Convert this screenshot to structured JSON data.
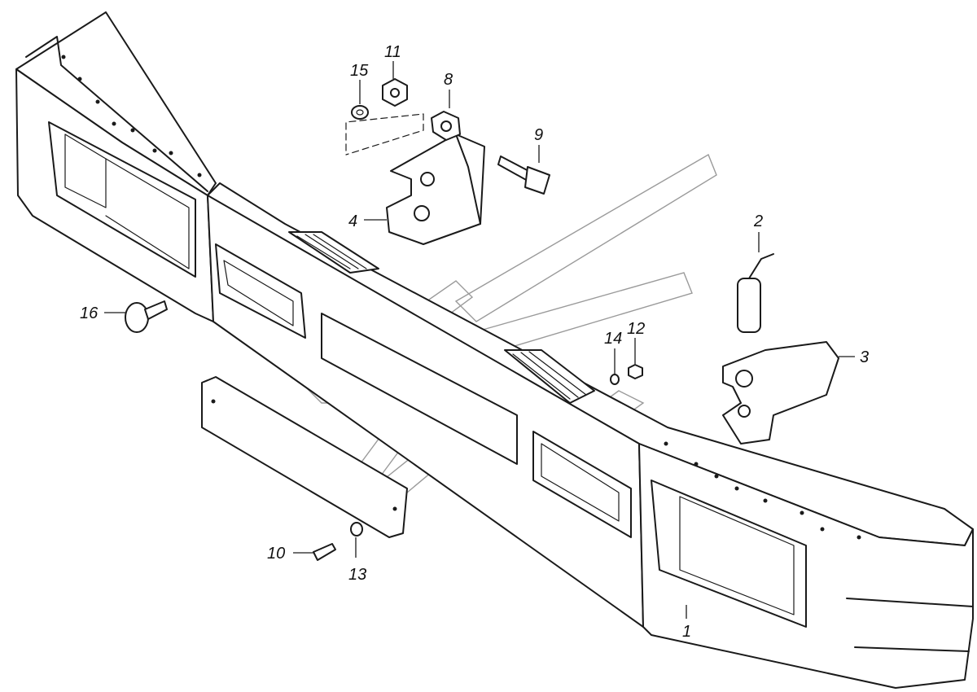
{
  "callouts": [
    {
      "id": "1",
      "label": "1"
    },
    {
      "id": "2",
      "label": "2"
    },
    {
      "id": "3",
      "label": "3"
    },
    {
      "id": "4",
      "label": "4"
    },
    {
      "id": "8",
      "label": "8"
    },
    {
      "id": "9",
      "label": "9"
    },
    {
      "id": "10",
      "label": "10"
    },
    {
      "id": "11",
      "label": "11"
    },
    {
      "id": "12",
      "label": "12"
    },
    {
      "id": "13",
      "label": "13"
    },
    {
      "id": "14",
      "label": "14"
    },
    {
      "id": "15",
      "label": "15"
    },
    {
      "id": "16",
      "label": "16"
    }
  ]
}
